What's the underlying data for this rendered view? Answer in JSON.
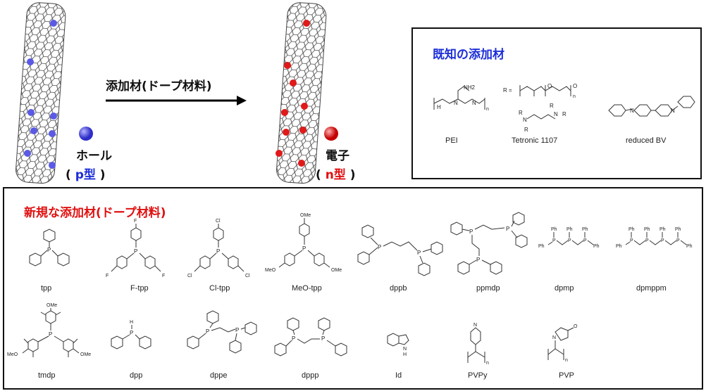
{
  "top": {
    "arrow_label": "添加材(ドープ材料)",
    "hole": {
      "label": "ホール",
      "type_open": "(",
      "type": "p型",
      "type_close": ")",
      "color": "#5a5ae6"
    },
    "electron": {
      "label": "電子",
      "type_open": "(",
      "type": "n型",
      "type_close": ")",
      "color": "#e01a1a"
    }
  },
  "known_box": {
    "title": "既知の添加材",
    "compounds": [
      {
        "name": "PEI",
        "atoms": [
          "NH2",
          "N",
          "N",
          "H",
          "n"
        ]
      },
      {
        "name": "Tetronic  1107",
        "atoms": [
          "R =",
          "O",
          "O",
          "n",
          "R",
          "R",
          "N",
          "N",
          "R",
          "R"
        ]
      },
      {
        "name": "reduced BV",
        "atoms": [
          "N",
          "N"
        ]
      }
    ]
  },
  "new_box": {
    "title": "新規な添加材(ドープ材料)",
    "compounds": [
      {
        "name": "tpp",
        "atoms": [
          "P"
        ]
      },
      {
        "name": "F-tpp",
        "atoms": [
          "F",
          "P",
          "F",
          "F"
        ]
      },
      {
        "name": "Cl-tpp",
        "atoms": [
          "Cl",
          "P",
          "Cl",
          "Cl"
        ]
      },
      {
        "name": "MeO-tpp",
        "atoms": [
          "OMe",
          "P",
          "MeO",
          "OMe"
        ]
      },
      {
        "name": "dppb",
        "atoms": [
          "P",
          "P"
        ]
      },
      {
        "name": "ppmdp",
        "atoms": [
          "P",
          "P",
          "P"
        ]
      },
      {
        "name": "dpmp",
        "atoms": [
          "Ph",
          "Ph",
          "Ph",
          "Ph",
          "P",
          "P",
          "P",
          "Ph"
        ]
      },
      {
        "name": "dpmppm",
        "atoms": [
          "Ph",
          "Ph",
          "Ph",
          "Ph",
          "Ph",
          "P",
          "P",
          "P",
          "P",
          "Ph"
        ]
      },
      {
        "name": "tmdp",
        "atoms": [
          "OMe",
          "P",
          "MeO",
          "OMe"
        ]
      },
      {
        "name": "dpp",
        "atoms": [
          "H",
          "P"
        ]
      },
      {
        "name": "dppe",
        "atoms": [
          "P",
          "P"
        ]
      },
      {
        "name": "dppp",
        "atoms": [
          "P",
          "P"
        ]
      },
      {
        "name": "Id",
        "atoms": [
          "N",
          "H"
        ]
      },
      {
        "name": "PVPy",
        "atoms": [
          "N",
          "n"
        ]
      },
      {
        "name": "PVP",
        "atoms": [
          "N",
          "O",
          "n"
        ]
      }
    ]
  }
}
